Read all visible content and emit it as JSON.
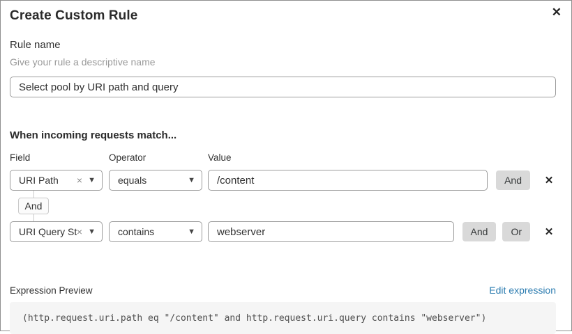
{
  "dialog": {
    "title": "Create Custom Rule"
  },
  "icons": {
    "close": "✕",
    "clear": "×",
    "caret": "▼",
    "remove": "✕"
  },
  "rule_name": {
    "label": "Rule name",
    "helper": "Give your rule a descriptive name",
    "value": "Select pool by URI path and query"
  },
  "matcher": {
    "heading": "When incoming requests match...",
    "columns": {
      "field": "Field",
      "operator": "Operator",
      "value": "Value"
    },
    "connector_label": "And",
    "rows": [
      {
        "field": "URI Path",
        "operator": "equals",
        "value": "/content",
        "buttons": [
          "And"
        ]
      },
      {
        "field": "URI Query St...",
        "operator": "contains",
        "value": "webserver",
        "buttons": [
          "And",
          "Or"
        ]
      }
    ]
  },
  "expression": {
    "label": "Expression Preview",
    "edit_link": "Edit expression",
    "code": "(http.request.uri.path eq \"/content\" and http.request.uri.query contains \"webserver\")"
  },
  "colors": {
    "link_blue": "#2c7cb0",
    "button_gray": "#d9d9d9",
    "border_gray": "#9a9a9a",
    "code_bg": "#f5f5f5"
  }
}
